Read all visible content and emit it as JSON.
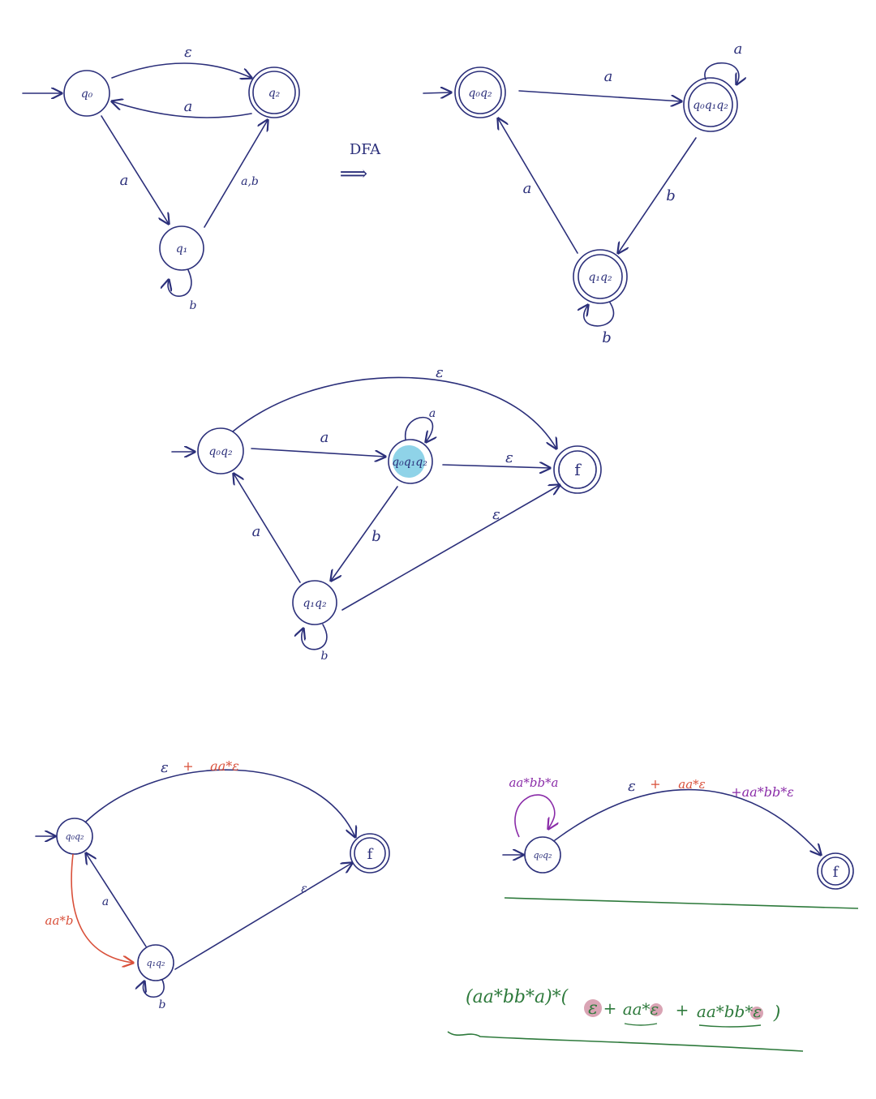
{
  "colors": {
    "ink": "#2b2f7a",
    "red": "#d9503a",
    "purple": "#8a2ca8",
    "green": "#2e7a3c",
    "highlight_blue": "#8fd3e8",
    "highlight_pink": "#d9a4b4"
  },
  "nfa": {
    "states": {
      "q0": "q₀",
      "q2": "q₂",
      "q1": "q₁"
    },
    "edges": {
      "eps": "ε",
      "a_back": "a",
      "a_down": "a",
      "ab": "a,b",
      "b_loop": "b"
    }
  },
  "conversion": {
    "label": "DFA",
    "arrow": "⟹"
  },
  "dfa": {
    "states": {
      "s1": "q₀q₂",
      "s2": "q₀q₁q₂",
      "s3": "q₁q₂"
    },
    "edges": {
      "a_top": "a",
      "a_loop": "a",
      "b_diag": "b",
      "a_left": "a",
      "b_loop": "b"
    }
  },
  "gnfa1": {
    "states": {
      "s1": "q₀q₂",
      "s2": "q₀q₁q₂",
      "s3": "q₁q₂",
      "f": "f"
    },
    "edges": {
      "eps_arc": "ε",
      "a_top": "a",
      "a_loop": "a",
      "eps_mid": "ε",
      "eps_low": "ε",
      "b_diag": "b",
      "a_left": "a",
      "b_loop": "b"
    }
  },
  "gnfa2": {
    "states": {
      "s1": "q₀q₂",
      "s3": "q₁q₂",
      "f": "f"
    },
    "edges": {
      "arc_eps": "ε",
      "arc_plus": "+",
      "arc_red": "aa*ε",
      "red_side": "aa*b",
      "a_left": "a",
      "eps_low": "ε",
      "b_loop": "b"
    }
  },
  "gnfa3": {
    "states": {
      "s1": "q₀q₂",
      "f": "f"
    },
    "edges": {
      "loop": "aa*bb*a",
      "arc_eps": "ε",
      "arc_plus": "+",
      "arc_red": "aa*ε",
      "arc_purple": "+aa*bb*ε"
    }
  },
  "result": {
    "parts": [
      "(aa*bb*a)*(",
      "ε",
      "+",
      "aa*ε",
      "+",
      "aa*bb*ε",
      ")"
    ]
  }
}
